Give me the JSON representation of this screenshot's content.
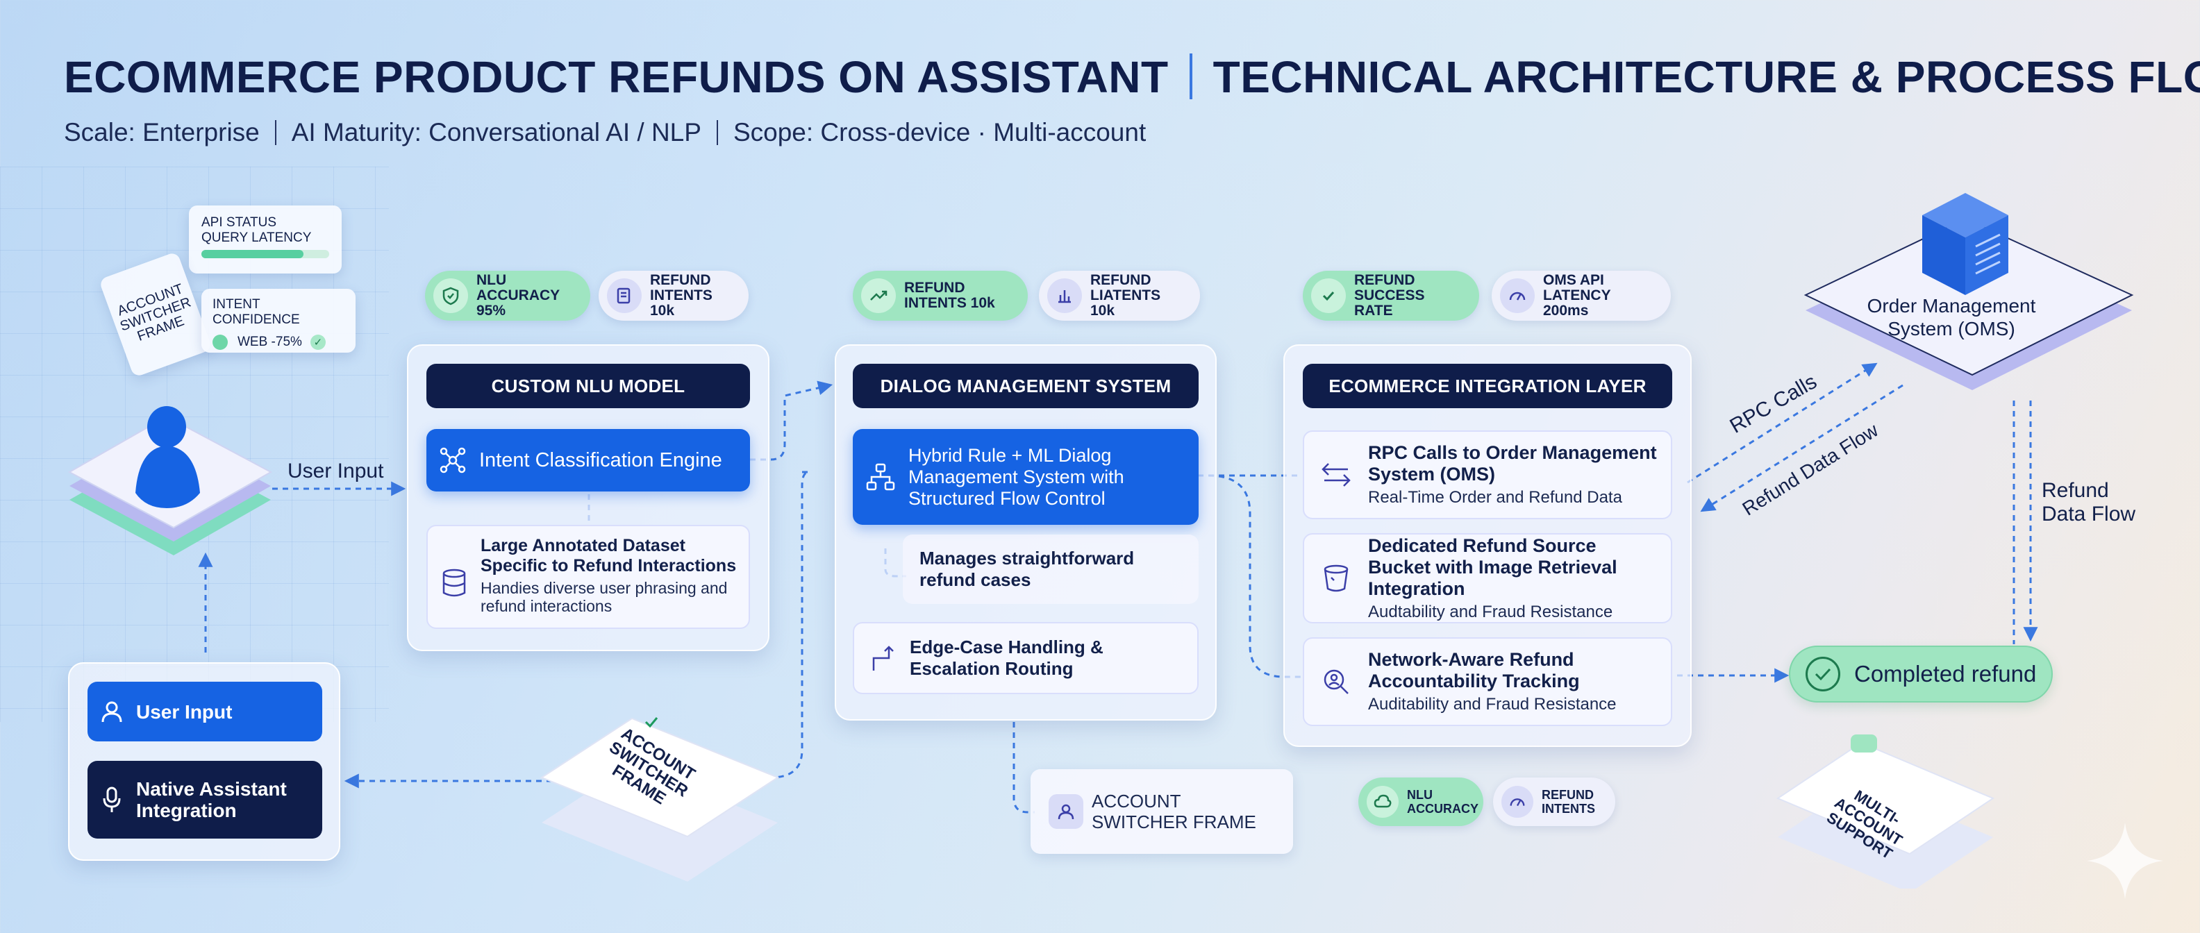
{
  "header": {
    "title_left": "ECOMMERCE PRODUCT REFUNDS ON ASSISTANT",
    "title_right": "TECHNICAL ARCHITECTURE & PROCESS FLOW",
    "subtitle": [
      "Scale: Enterprise",
      "AI Maturity: Conversational AI / NLP",
      "Scope: Cross-device · Multi-account"
    ]
  },
  "left": {
    "api_card": [
      "API STATUS",
      "QUERY LATENCY"
    ],
    "account_card": "ACCOUNT SWITCHER FRAME",
    "intent_card": {
      "title": "INTENT CONFIDENCE",
      "value": "WEB -75%"
    },
    "user_input_label": "User Input",
    "input_panel": {
      "user_input": "User Input",
      "native": "Native Assistant Integration"
    }
  },
  "nlu": {
    "pills": [
      {
        "text": "NLU ACCURACY 95%",
        "icon": "shield-check-icon"
      },
      {
        "text": "REFUND INTENTS 10k",
        "icon": "list-icon"
      }
    ],
    "header": "CUSTOM NLU MODEL",
    "engine": "Intent Classification Engine",
    "dataset_title": "Large Annotated Dataset Specific to Refund Interactions",
    "dataset_sub": "Handies diverse user phrasing and refund interactions"
  },
  "dialog": {
    "pills": [
      {
        "text": "REFUND INTENTS 10k",
        "icon": "trend-up-icon"
      },
      {
        "text": "REFUND LIATENTS 10k",
        "icon": "bar-chart-icon"
      }
    ],
    "header": "DIALOG MANAGEMENT SYSTEM",
    "hybrid": "Hybrid Rule + ML Dialog Management System with Structured Flow Control",
    "simple": "Manages straightforward refund cases",
    "edge": "Edge-Case Handling & Escalation Routing",
    "account_switcher": "ACCOUNT SWITCHER FRAME",
    "iso_account": "ACCOUNT SWITCHER FRAME"
  },
  "integration": {
    "pills": [
      {
        "text": "REFUND SUCCESS RATE",
        "icon": "check-circle-icon"
      },
      {
        "text": "OMS API LATENCY 200ms",
        "icon": "gauge-icon"
      }
    ],
    "header": "ECOMMERCE INTEGRATION LAYER",
    "items": [
      {
        "title": "RPC Calls to Order Management System (OMS)",
        "sub": "Real-Time Order and Refund Data",
        "icon": "arrows-icon"
      },
      {
        "title": "Dedicated Refund Source Bucket with Image Retrieval Integration",
        "sub": "Audtability and Fraud Resistance",
        "icon": "bucket-icon"
      },
      {
        "title": "Network-Aware Refund Accountability Tracking",
        "sub": "Auditability and Fraud Resistance",
        "icon": "search-person-icon"
      }
    ],
    "bottom_pills": [
      {
        "text": "NLU ACCURACY",
        "icon": "cloud-icon"
      },
      {
        "text": "REFUND INTENTS",
        "icon": "gauge-icon"
      }
    ]
  },
  "oms": {
    "title": "Order Management System (OMS)",
    "rpc_label": "RPC Calls",
    "refund_flow_label": "Refund Data Flow",
    "refund_flow_vertical": "Refund Data Flow",
    "completed": "Completed refund",
    "multi_account": "MULTI-ACCOUNT SUPPORT"
  },
  "colors": {
    "navy": "#0f1d4a",
    "blue": "#1663e3",
    "green": "#9fe5c1",
    "wire": "#3a78e0"
  }
}
